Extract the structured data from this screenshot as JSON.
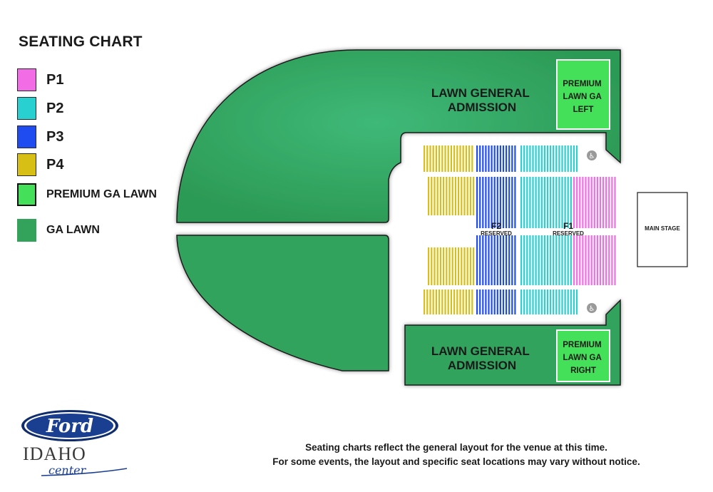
{
  "legend": {
    "title": "SEATING CHART",
    "items": [
      {
        "label": "P1",
        "color": "#f26ce6"
      },
      {
        "label": "P2",
        "color": "#28d0d2"
      },
      {
        "label": "P3",
        "color": "#1f4cf0"
      },
      {
        "label": "P4",
        "color": "#d8bf15"
      },
      {
        "label": "PREMIUM GA LAWN",
        "color": "#45e05a"
      },
      {
        "label": "GA LAWN",
        "color": "#33a35c"
      }
    ]
  },
  "map": {
    "lawn_upper_line1": "LAWN GENERAL",
    "lawn_upper_line2": "ADMISSION",
    "lawn_lower_line1": "LAWN GENERAL",
    "lawn_lower_line2": "ADMISSION",
    "premium_left": [
      "PREMIUM",
      "LAWN GA",
      "LEFT"
    ],
    "premium_right": [
      "PREMIUM",
      "LAWN GA",
      "RIGHT"
    ],
    "f2_label": "F2",
    "f2_sub": "RESERVED",
    "f1_label": "F1",
    "f1_sub": "RESERVED",
    "stage_label": "MAIN STAGE",
    "accessible_symbol": "♿"
  },
  "disclaimer": {
    "line1": "Seating charts reflect the general layout for the venue at this time.",
    "line2": "For some events, the layout and specific seat locations may vary without notice."
  },
  "logo": {
    "brand": "Ford",
    "name": "IDAHO",
    "sub": "center",
    "oval_color": "#1a3f91"
  }
}
